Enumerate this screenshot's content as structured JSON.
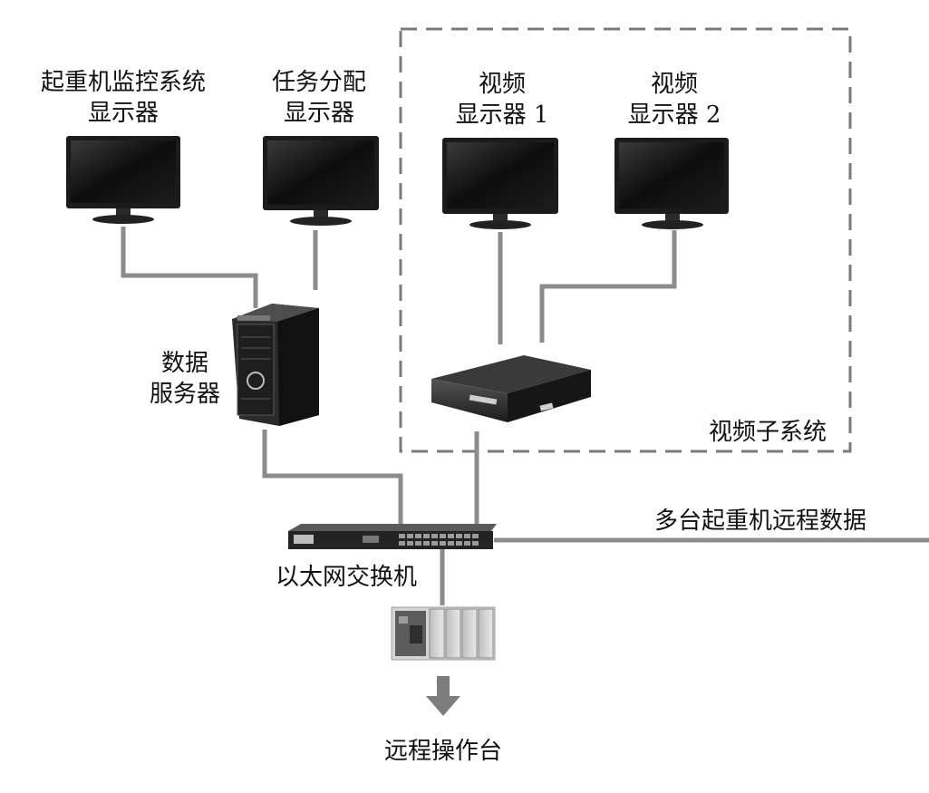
{
  "labels": {
    "crane_monitor_line1": "起重机监控系统",
    "crane_monitor_line2": "显示器",
    "task_monitor_line1": "任务分配",
    "task_monitor_line2": "显示器",
    "video_monitor1_line1": "视频",
    "video_monitor1_line2": "显示器 1",
    "video_monitor2_line1": "视频",
    "video_monitor2_line2": "显示器 2",
    "data_server_line1": "数据",
    "data_server_line2": "服务器",
    "video_subsystem": "视频子系统",
    "ethernet_switch": "以太网交换机",
    "multi_crane_data": "多台起重机远程数据",
    "remote_console": "远程操作台"
  },
  "colors": {
    "connector": "#8c8c8c",
    "dashed_border": "#7a7a7a",
    "device_dark": "#1a1a1a",
    "arrow": "#7d7d7d"
  }
}
